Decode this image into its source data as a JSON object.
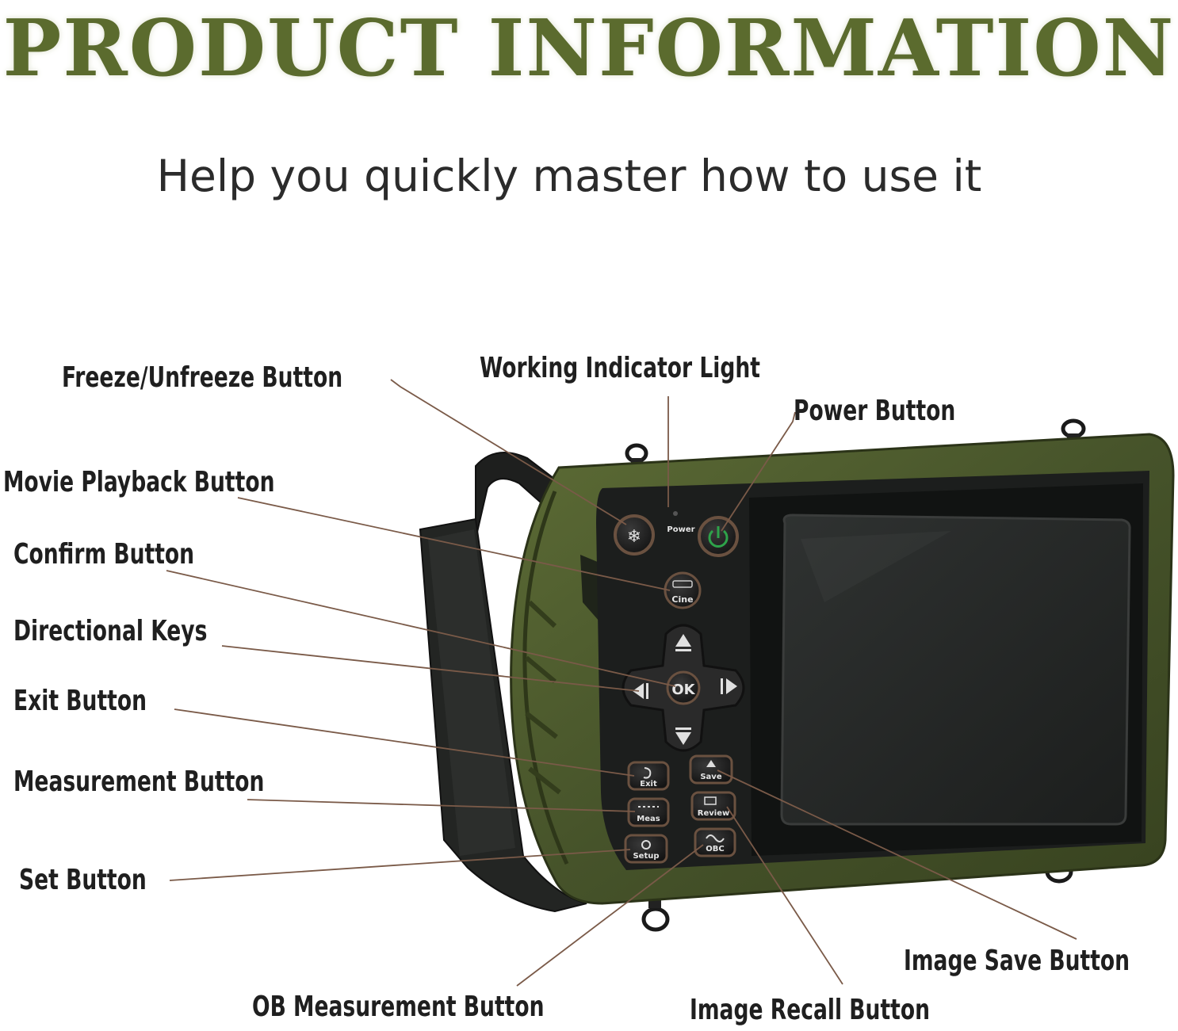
{
  "header": {
    "title": "PRODUCT INFORMATION",
    "subtitle": "Help you quickly master how to use it"
  },
  "labels": {
    "freeze": "Freeze/Unfreeze Button",
    "indicator": "Working Indicator Light",
    "power": "Power Button",
    "movie": "Movie Playback Button",
    "confirm": "Confirm Button",
    "directional": "Directional Keys",
    "exit": "Exit Button",
    "measurement": "Measurement Button",
    "set": "Set Button",
    "image_save": "Image Save Button",
    "ob": "OB Measurement Button",
    "image_recall": "Image Recall Button"
  },
  "device": {
    "power_text": "Power",
    "ok_text": "OK",
    "cine_text": "Cine",
    "exit_text": "Exit",
    "meas_text": "Meas",
    "setup_text": "Setup",
    "save_text": "Save",
    "review_text": "Review",
    "obc_text": "OBC"
  },
  "colors": {
    "title": "#5b6b2e",
    "body_green": "#4c5a2c",
    "panel": "#1b1d1c",
    "screen": "#262827",
    "leader": "#7a5a48"
  }
}
